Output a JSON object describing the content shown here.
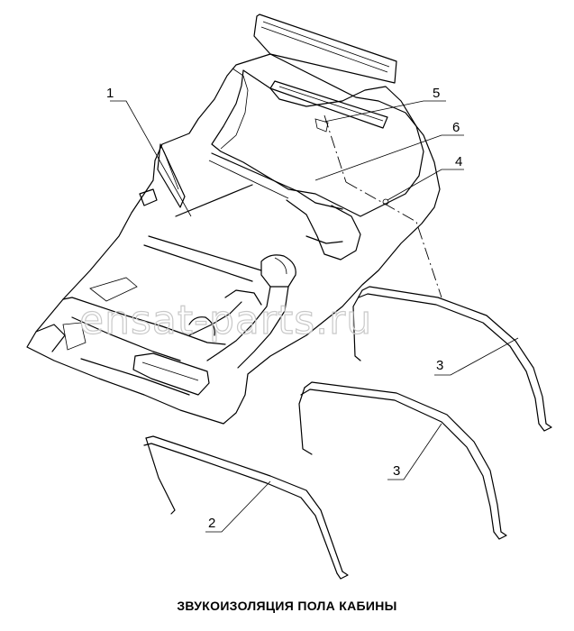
{
  "caption": "ЗВУКОИЗОЛЯЦИЯ ПОЛА КАБИНЫ",
  "watermark": "ensat-parts.ru",
  "callouts": [
    {
      "id": "1",
      "label": "1"
    },
    {
      "id": "5",
      "label": "5"
    },
    {
      "id": "6",
      "label": "6"
    },
    {
      "id": "4",
      "label": "4"
    },
    {
      "id": "3a",
      "label": "3"
    },
    {
      "id": "3b",
      "label": "3"
    },
    {
      "id": "2",
      "label": "2"
    }
  ]
}
